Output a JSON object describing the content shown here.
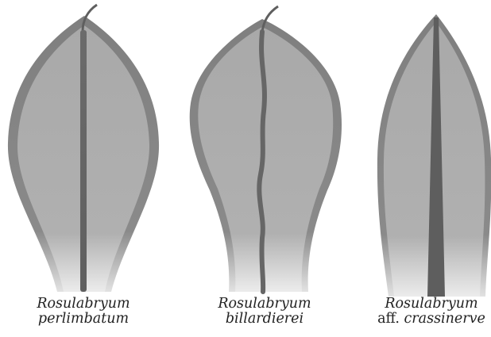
{
  "figure": {
    "leaves": [
      {
        "genus": "Rosulabryum",
        "line2_prefix": "",
        "line2_species": "perlimbatum"
      },
      {
        "genus": "Rosulabryum",
        "line2_prefix": "",
        "line2_species": "billardierei"
      },
      {
        "genus": "Rosulabryum",
        "line2_prefix": "aff. ",
        "line2_species": "crassinerve"
      }
    ],
    "colors": {
      "lamina": "#a9a9a9",
      "border": "#7f7f7f",
      "costa": "#6a6a6a",
      "base": "#e9e9e9",
      "text": "#222222"
    }
  }
}
